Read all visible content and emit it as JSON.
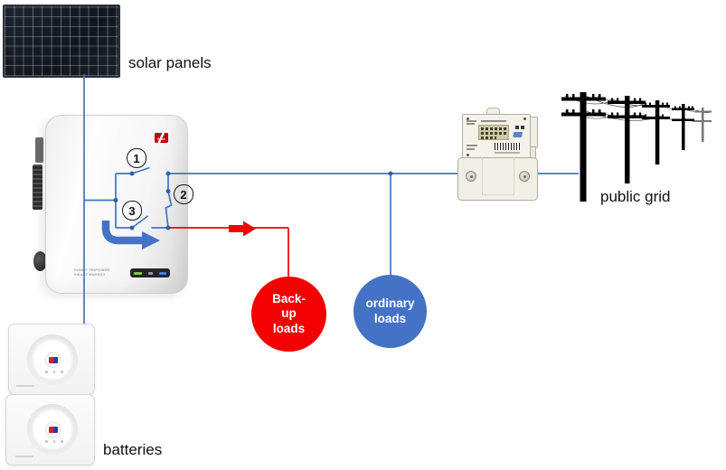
{
  "labels": {
    "solar_panels": "solar panels",
    "batteries": "batteries",
    "public_grid": "public grid"
  },
  "switch_labels": [
    "1",
    "2",
    "3"
  ],
  "loads": {
    "backup": {
      "text_lines": [
        "Back-",
        "up",
        "loads"
      ],
      "color": "#f30000"
    },
    "ordinary": {
      "text_lines": [
        "ordinary",
        "loads"
      ],
      "color": "#4472c4"
    }
  },
  "inverter": {
    "logo": "SMA",
    "label_lines": [
      "SUNNY TRIPOWER",
      "SMART ENERGY"
    ]
  },
  "colors": {
    "line_blue": "#4472c4",
    "line_red": "#f30000",
    "dot_blue": "#2e5fa3"
  }
}
